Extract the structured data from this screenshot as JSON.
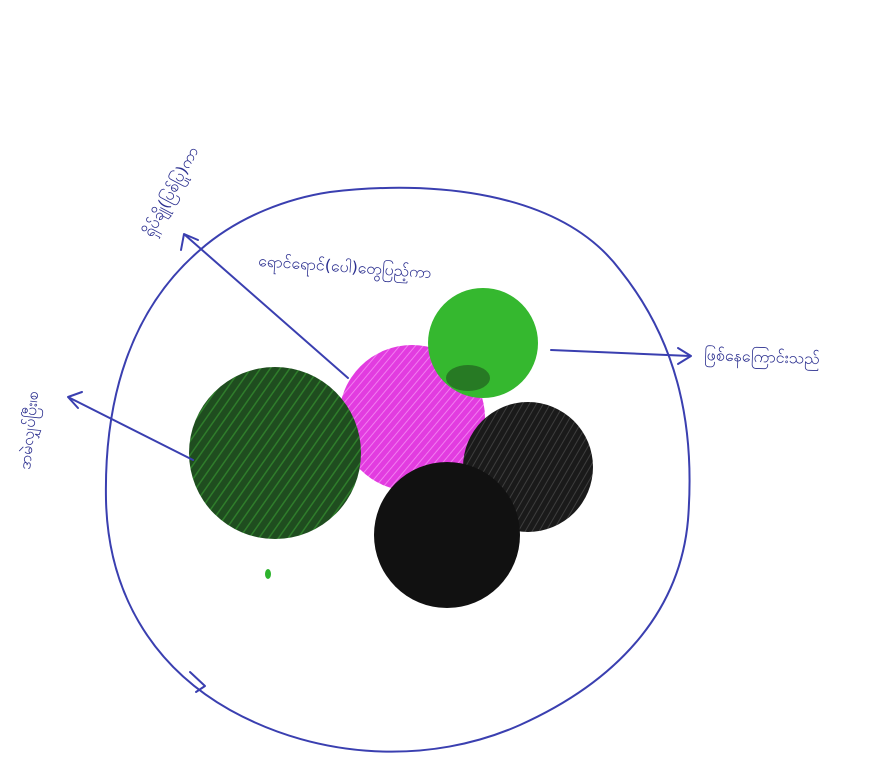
{
  "diagram": {
    "labels": {
      "left_component": "ဒာမဲလျှပ်ပြီး၊စ",
      "top_left_component": "ရှိပ်ချို(ပြစ်ပြု)ကာ",
      "center_caption": "ရောင်ရောင်(ပေါ)တွေပြည့်ကာ",
      "right_component": "ဖြစ်နေကြောင်းသည်"
    },
    "colors": {
      "outline_ink": "#3a3fb0",
      "dark_green_sphere": "#1f4d1f",
      "light_green_sphere": "#35b82f",
      "magenta_sphere": "#e23ce0",
      "black_sphere": "#111111",
      "dark_grey_sphere": "#2a2a2a",
      "green_dot": "#2db32d"
    }
  }
}
